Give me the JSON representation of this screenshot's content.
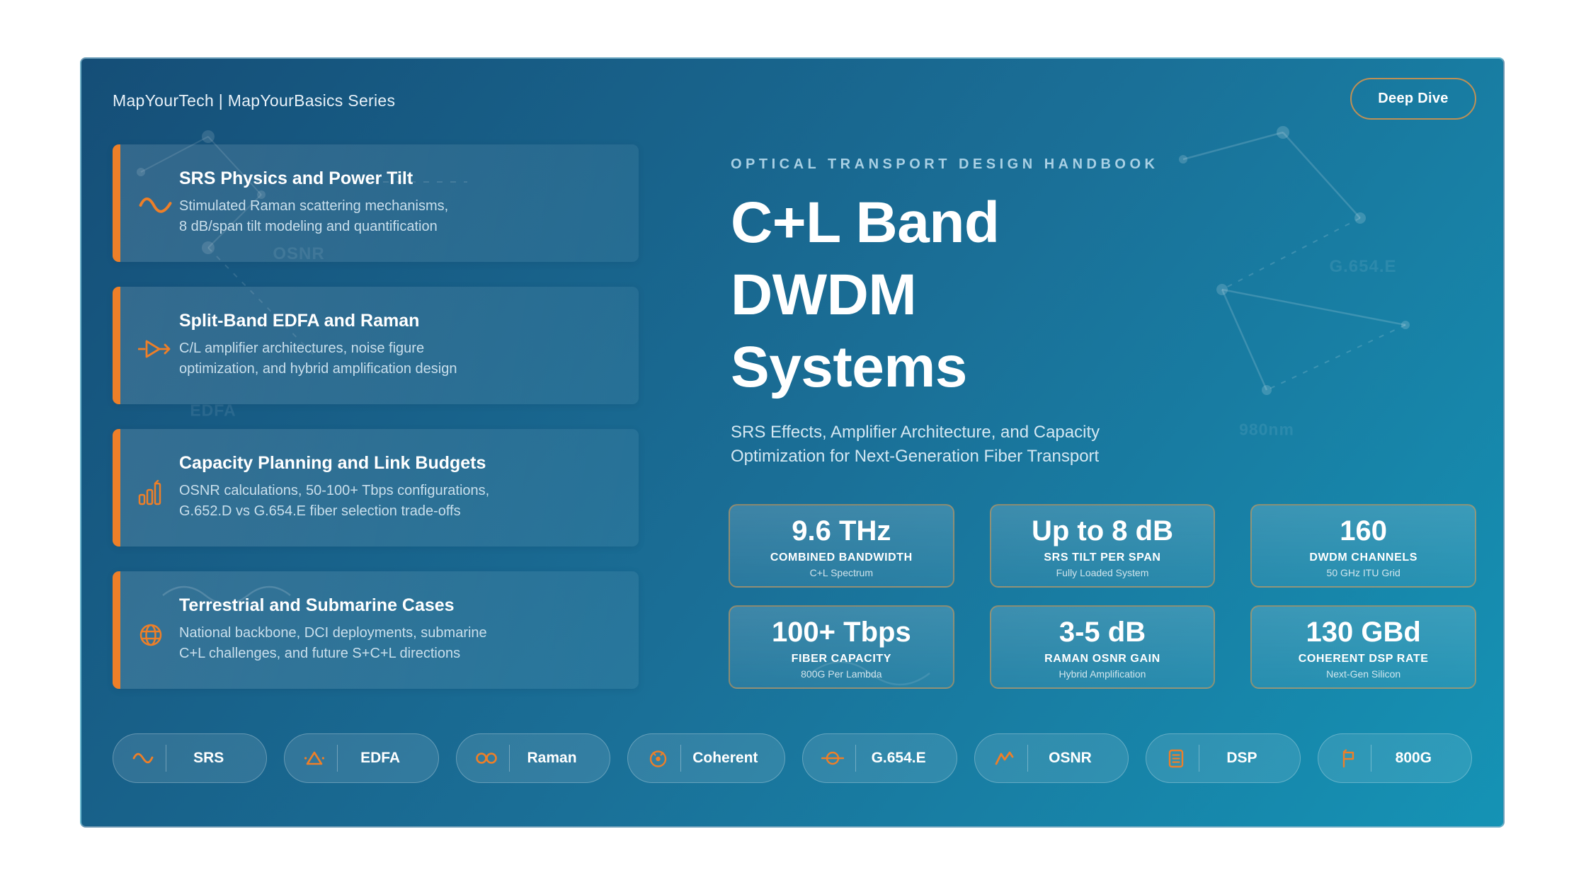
{
  "header": {
    "brand": "MapYourTech | MapYourBasics Series",
    "cta_label": "Deep Dive"
  },
  "hero": {
    "eyebrow": "OPTICAL TRANSPORT DESIGN HANDBOOK",
    "title_lines": [
      "C+L Band",
      "DWDM",
      "Systems"
    ],
    "subtitle_lines": [
      "SRS Effects, Amplifier Architecture, and Capacity",
      "Optimization for Next-Generation Fiber Transport"
    ]
  },
  "topics": [
    {
      "icon": "sine-wave-icon",
      "title": "SRS Physics and Power Tilt",
      "desc_lines": [
        "Stimulated Raman scattering mechanisms,",
        "8 dB/span tilt modeling and quantification"
      ]
    },
    {
      "icon": "amplifier-icon",
      "title": "Split-Band EDFA and Raman",
      "desc_lines": [
        "C/L amplifier architectures, noise figure",
        "optimization, and hybrid amplification design"
      ]
    },
    {
      "icon": "bar-chart-icon",
      "title": "Capacity Planning and Link Budgets",
      "desc_lines": [
        "OSNR calculations, 50-100+ Tbps configurations,",
        "G.652.D vs G.654.E fiber selection trade-offs"
      ]
    },
    {
      "icon": "globe-icon",
      "title": "Terrestrial and Submarine Cases",
      "desc_lines": [
        "National backbone, DCI deployments, submarine",
        "C+L challenges, and future S+C+L directions"
      ]
    }
  ],
  "stats": [
    {
      "value": "9.6 THz",
      "label": "COMBINED BANDWIDTH",
      "sub": "C+L Spectrum"
    },
    {
      "value": "Up to 8 dB",
      "label": "SRS TILT PER SPAN",
      "sub": "Fully Loaded System"
    },
    {
      "value": "160",
      "label": "DWDM CHANNELS",
      "sub": "50 GHz ITU Grid"
    },
    {
      "value": "100+ Tbps",
      "label": "FIBER CAPACITY",
      "sub": "800G Per Lambda"
    },
    {
      "value": "3-5 dB",
      "label": "RAMAN OSNR GAIN",
      "sub": "Hybrid Amplification"
    },
    {
      "value": "130 GBd",
      "label": "COHERENT DSP RATE",
      "sub": "Next-Gen Silicon"
    }
  ],
  "tags": [
    {
      "icon": "sine-wave-icon",
      "label": "SRS"
    },
    {
      "icon": "amplifier-triangle-icon",
      "label": "EDFA"
    },
    {
      "icon": "infinity-icon",
      "label": "Raman"
    },
    {
      "icon": "coherent-target-icon",
      "label": "Coherent"
    },
    {
      "icon": "fiber-cross-section-icon",
      "label": "G.654.E"
    },
    {
      "icon": "signal-zigzag-icon",
      "label": "OSNR"
    },
    {
      "icon": "dsp-chip-icon",
      "label": "DSP"
    },
    {
      "icon": "flag-icon",
      "label": "800G"
    }
  ],
  "watermarks": {
    "osnr": "OSNR",
    "edfa": "EDFA",
    "g654e": "G.654.E",
    "nm980": "980nm"
  },
  "colors": {
    "accent_orange": "#ee7f28",
    "gold_border": "#bf9055",
    "stat_border": "#d8964a",
    "background_top": "#154e77",
    "background_bottom": "#1593b5"
  }
}
